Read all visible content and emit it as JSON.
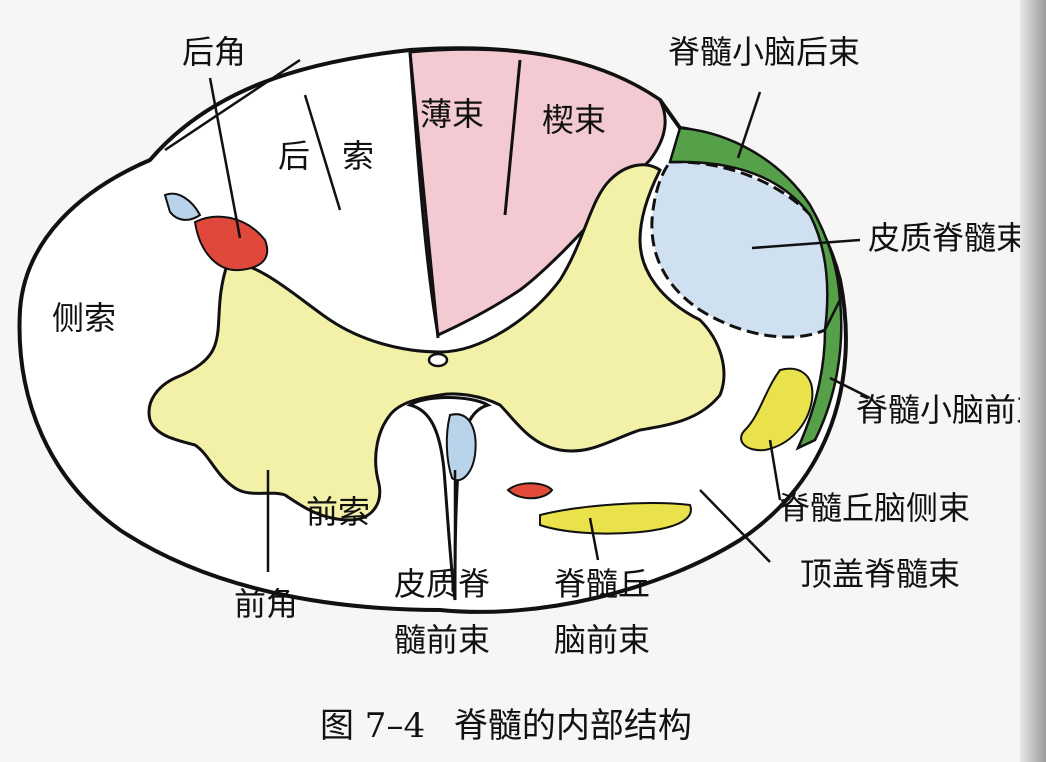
{
  "figure": {
    "number": "图 7–4",
    "title": "脊髓的内部结构"
  },
  "labels": {
    "posterior_horn": "后角",
    "posterior_funiculus_a": "后",
    "posterior_funiculus_b": "索",
    "fasciculus_gracilis": "薄束",
    "fasciculus_cuneatus": "楔束",
    "posterior_spinocerebellar": "脊髓小脑后束",
    "lateral_corticospinal": "皮质脊髓束",
    "lateral_funiculus": "侧索",
    "anterior_spinocerebellar": "脊髓小脑前束",
    "lateral_spinothalamic": "脊髓丘脑侧束",
    "anterior_funiculus": "前索",
    "anterior_horn": "前角",
    "anterior_corticospinal_line1": "皮质脊",
    "anterior_corticospinal_line2": "髓前束",
    "anterior_spinothalamic_line1": "脊髓丘",
    "anterior_spinothalamic_line2": "脑前束",
    "tectospinal": "顶盖脊髓束"
  },
  "colors": {
    "gray_matter": "#f3f1a8",
    "gracilis_cuneatus": "#f3c9d2",
    "corticospinal": "#cfe0f0",
    "spinocerebellar_posterior": "#57a04a",
    "spinocerebellar_anterior": "#57a04a",
    "spinothalamic": "#e9e24a",
    "tectospinal": "#e24a3a",
    "posterior_horn_tip_red": "#e0483c",
    "posterior_horn_tip_blue": "#b9d3ea",
    "outline": "#111111"
  }
}
